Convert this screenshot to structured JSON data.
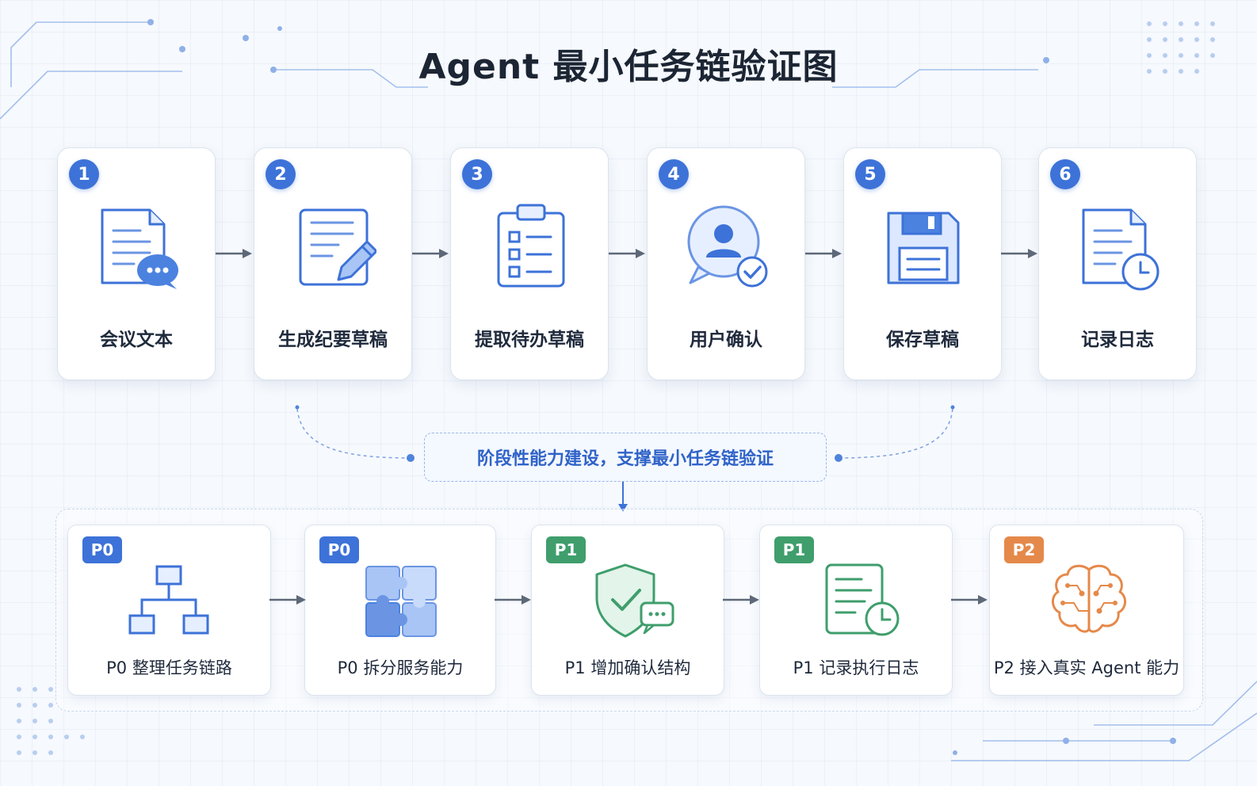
{
  "title": "Agent 最小任务链验证图",
  "steps": [
    {
      "num": "1",
      "label": "会议文本",
      "icon": "document-chat-icon"
    },
    {
      "num": "2",
      "label": "生成纪要草稿",
      "icon": "document-pencil-icon"
    },
    {
      "num": "3",
      "label": "提取待办草稿",
      "icon": "clipboard-checklist-icon"
    },
    {
      "num": "4",
      "label": "用户确认",
      "icon": "user-check-icon"
    },
    {
      "num": "5",
      "label": "保存草稿",
      "icon": "floppy-disk-icon"
    },
    {
      "num": "6",
      "label": "记录日志",
      "icon": "document-clock-icon"
    }
  ],
  "banner": "阶段性能力建设，支撑最小任务链验证",
  "capabilities": [
    {
      "badge": "P0",
      "label": "P0 整理任务链路",
      "icon": "hierarchy-icon",
      "color": "#3d72d8"
    },
    {
      "badge": "P0",
      "label": "P0 拆分服务能力",
      "icon": "puzzle-icon",
      "color": "#3d72d8"
    },
    {
      "badge": "P1",
      "label": "P1 增加确认结构",
      "icon": "shield-check-icon",
      "color": "#3f9e6c"
    },
    {
      "badge": "P1",
      "label": "P1 记录执行日志",
      "icon": "log-clock-icon",
      "color": "#3f9e6c"
    },
    {
      "badge": "P2",
      "label": "P2 接入真实 Agent 能力",
      "icon": "brain-circuit-icon",
      "color": "#e5894a"
    }
  ],
  "colors": {
    "primary": "#3d72d8",
    "green": "#3f9e6c",
    "orange": "#e5894a"
  }
}
